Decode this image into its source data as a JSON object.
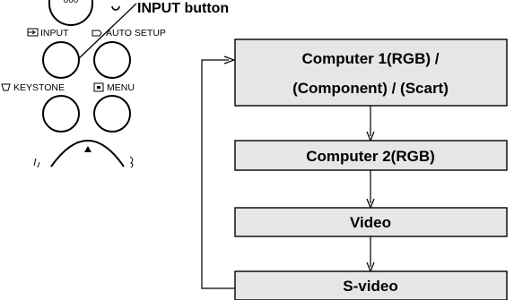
{
  "remote": {
    "callout_label": "INPUT button",
    "top_button_text": "000",
    "buttons": [
      {
        "label": "INPUT",
        "icon": "input-icon"
      },
      {
        "label": "AUTO SETUP",
        "icon": "auto-setup-icon"
      },
      {
        "label": "KEYSTONE",
        "icon": "keystone-icon"
      },
      {
        "label": "MENU",
        "icon": "menu-icon"
      }
    ]
  },
  "flow": {
    "steps": [
      {
        "line1": "Computer 1(RGB) /",
        "line2": "(Component) / (Scart)"
      },
      {
        "line1": "Computer 2(RGB)"
      },
      {
        "line1": "Video"
      },
      {
        "line1": "S-video"
      }
    ],
    "box_fill": "#e6e6e6",
    "line_color": "#000000"
  }
}
